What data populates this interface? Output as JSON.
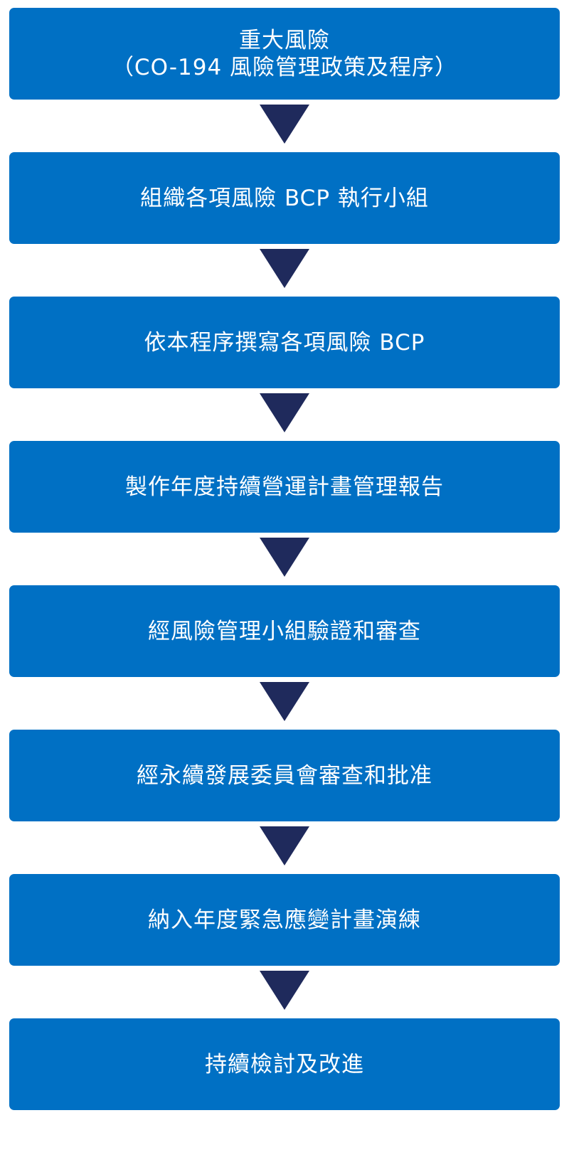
{
  "colors": {
    "box_fill": "#0070c4",
    "box_text": "#ffffff",
    "arrow": "#1f2a5c",
    "background": "#ffffff"
  },
  "steps": [
    {
      "lines": [
        "重大風險",
        "（CO-194 風險管理政策及程序）"
      ]
    },
    {
      "lines": [
        "組織各項風險 BCP 執行小組"
      ]
    },
    {
      "lines": [
        "依本程序撰寫各項風險 BCP"
      ]
    },
    {
      "lines": [
        "製作年度持續營運計畫管理報告"
      ]
    },
    {
      "lines": [
        "經風險管理小組驗證和審查"
      ]
    },
    {
      "lines": [
        "經永續發展委員會審查和批准"
      ]
    },
    {
      "lines": [
        "納入年度緊急應變計畫演練"
      ]
    },
    {
      "lines": [
        "持續檢討及改進"
      ]
    }
  ],
  "arrow_icon": "down-triangle-arrow-icon"
}
